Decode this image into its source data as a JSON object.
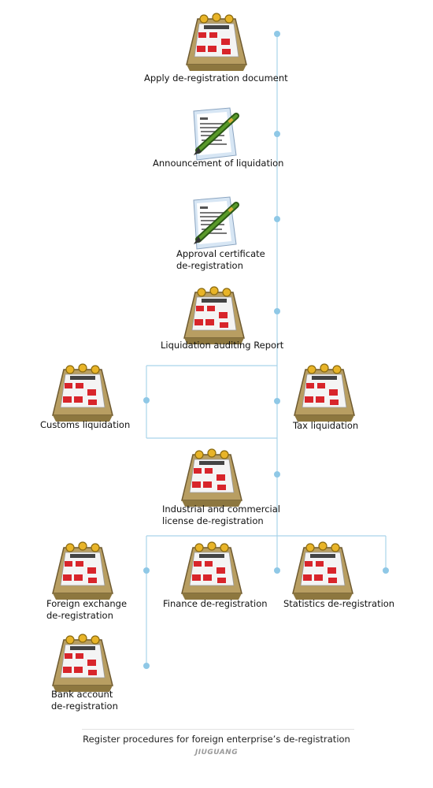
{
  "colors": {
    "connector": "#a9d4ea",
    "dot": "#8fc8e6",
    "text": "#111111"
  },
  "steps": [
    {
      "id": "apply",
      "icon": "calendar-icon",
      "label": "Apply de-registration document"
    },
    {
      "id": "announce",
      "icon": "document-pen-icon",
      "label": "Announcement of liquidation"
    },
    {
      "id": "approval",
      "icon": "document-pen-icon",
      "label_lines": [
        "Approval certificate",
        "de-registration"
      ]
    },
    {
      "id": "auditing",
      "icon": "calendar-icon",
      "label": "Liquidation auditing Report"
    },
    {
      "id": "customs",
      "icon": "calendar-icon",
      "label": "Customs liquidation"
    },
    {
      "id": "tax",
      "icon": "calendar-icon",
      "label": "Tax liquidation"
    },
    {
      "id": "license",
      "icon": "calendar-icon",
      "label_lines": [
        "Industrial and commercial",
        "license de-registration"
      ]
    },
    {
      "id": "forex",
      "icon": "calendar-icon",
      "label_lines": [
        "Foreign exchange",
        "de-registration"
      ]
    },
    {
      "id": "finance",
      "icon": "calendar-icon",
      "label": "Finance de-registration"
    },
    {
      "id": "statistics",
      "icon": "calendar-icon",
      "label": "Statistics de-registration"
    },
    {
      "id": "bank",
      "icon": "calendar-icon",
      "label_lines": [
        "Bank account",
        "de-registration"
      ]
    }
  ],
  "caption": "Register procedures for foreign enterprise’s de-registration",
  "brand": "JIUGUANG"
}
